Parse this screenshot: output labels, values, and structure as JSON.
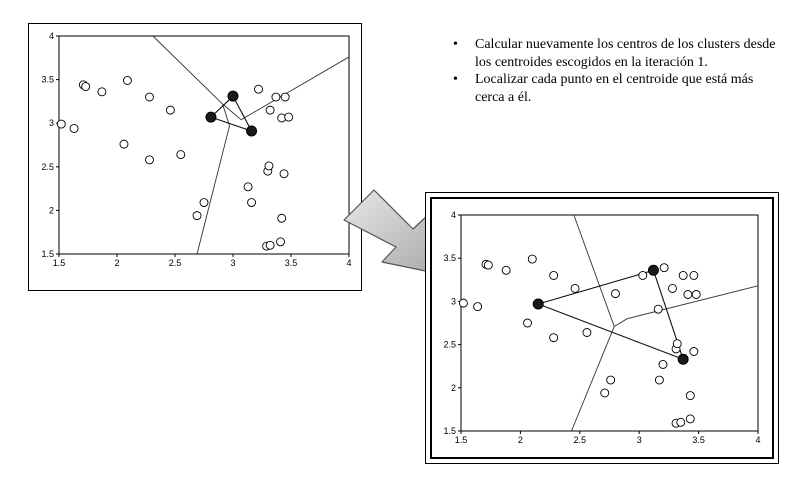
{
  "bullets": [
    "Calcular nuevamente los centros de los clusters desde los centroides escogidos en la iteración 1.",
    "Localizar cada punto en el centroide que está más cerca a él."
  ],
  "plots": [
    {
      "name": "plot-iteration-before",
      "x_ticks": [
        "1.5",
        "2",
        "2.5",
        "3",
        "3.5",
        "4"
      ],
      "y_ticks": [
        "1.5",
        "2",
        "2.5",
        "3",
        "3.5",
        "4"
      ],
      "xlim": [
        1.5,
        4
      ],
      "ylim": [
        1.5,
        4
      ],
      "points": [
        [
          1.52,
          2.99
        ],
        [
          1.63,
          2.94
        ],
        [
          1.71,
          3.44
        ],
        [
          1.73,
          3.42
        ],
        [
          1.87,
          3.36
        ],
        [
          2.09,
          3.49
        ],
        [
          2.06,
          2.76
        ],
        [
          2.28,
          3.3
        ],
        [
          2.28,
          2.58
        ],
        [
          2.46,
          3.15
        ],
        [
          2.55,
          2.64
        ],
        [
          3.22,
          3.39
        ],
        [
          3.32,
          3.15
        ],
        [
          3.37,
          3.3
        ],
        [
          3.45,
          3.3
        ],
        [
          3.42,
          3.06
        ],
        [
          3.48,
          3.07
        ],
        [
          3.3,
          2.45
        ],
        [
          3.31,
          2.51
        ],
        [
          3.44,
          2.42
        ],
        [
          3.13,
          2.27
        ],
        [
          3.16,
          2.09
        ],
        [
          2.75,
          2.09
        ],
        [
          2.69,
          1.94
        ],
        [
          3.42,
          1.91
        ],
        [
          3.29,
          1.59
        ],
        [
          3.32,
          1.6
        ],
        [
          3.41,
          1.64
        ]
      ],
      "centroids": [
        [
          2.81,
          3.07
        ],
        [
          3.0,
          3.31
        ],
        [
          3.16,
          2.91
        ]
      ],
      "centroid_edges": [
        [
          0,
          1
        ],
        [
          1,
          2
        ],
        [
          0,
          2
        ]
      ],
      "boundaries": [
        [
          [
            2.31,
            4.0
          ],
          [
            2.91,
            3.22
          ]
        ],
        [
          [
            2.91,
            3.22
          ],
          [
            3.07,
            3.04
          ]
        ],
        [
          [
            3.07,
            3.04
          ],
          [
            4.0,
            3.76
          ]
        ],
        [
          [
            2.91,
            3.22
          ],
          [
            2.97,
            2.97
          ]
        ],
        [
          [
            2.97,
            2.97
          ],
          [
            2.69,
            1.5
          ]
        ]
      ]
    },
    {
      "name": "plot-iteration-after",
      "x_ticks": [
        "1.5",
        "2",
        "2.5",
        "3",
        "3.5",
        "4"
      ],
      "y_ticks": [
        "1.5",
        "2",
        "2.5",
        "3",
        "3.5",
        "4"
      ],
      "xlim": [
        1.5,
        4
      ],
      "ylim": [
        1.5,
        4
      ],
      "points": [
        [
          1.52,
          2.98
        ],
        [
          1.64,
          2.94
        ],
        [
          1.71,
          3.43
        ],
        [
          1.73,
          3.42
        ],
        [
          1.88,
          3.36
        ],
        [
          2.1,
          3.49
        ],
        [
          2.06,
          2.75
        ],
        [
          2.28,
          3.3
        ],
        [
          2.28,
          2.58
        ],
        [
          2.46,
          3.15
        ],
        [
          2.56,
          2.64
        ],
        [
          2.8,
          3.09
        ],
        [
          3.03,
          3.3
        ],
        [
          3.21,
          3.39
        ],
        [
          3.16,
          2.91
        ],
        [
          3.28,
          3.15
        ],
        [
          3.37,
          3.3
        ],
        [
          3.46,
          3.3
        ],
        [
          3.41,
          3.08
        ],
        [
          3.48,
          3.08
        ],
        [
          3.31,
          2.45
        ],
        [
          3.32,
          2.51
        ],
        [
          3.46,
          2.42
        ],
        [
          3.2,
          2.27
        ],
        [
          3.17,
          2.09
        ],
        [
          2.76,
          2.09
        ],
        [
          2.71,
          1.94
        ],
        [
          3.43,
          1.91
        ],
        [
          3.31,
          1.59
        ],
        [
          3.35,
          1.6
        ],
        [
          3.43,
          1.64
        ]
      ],
      "centroids": [
        [
          2.15,
          2.97
        ],
        [
          3.12,
          3.36
        ],
        [
          3.37,
          2.33
        ]
      ],
      "centroid_edges": [
        [
          0,
          1
        ],
        [
          0,
          2
        ],
        [
          1,
          2
        ]
      ],
      "boundaries": [
        [
          [
            2.45,
            4.0
          ],
          [
            2.79,
            2.71
          ]
        ],
        [
          [
            2.79,
            2.71
          ],
          [
            2.43,
            1.5
          ]
        ],
        [
          [
            2.79,
            2.71
          ],
          [
            2.9,
            2.8
          ]
        ],
        [
          [
            2.9,
            2.8
          ],
          [
            4.0,
            3.18
          ]
        ]
      ]
    }
  ]
}
